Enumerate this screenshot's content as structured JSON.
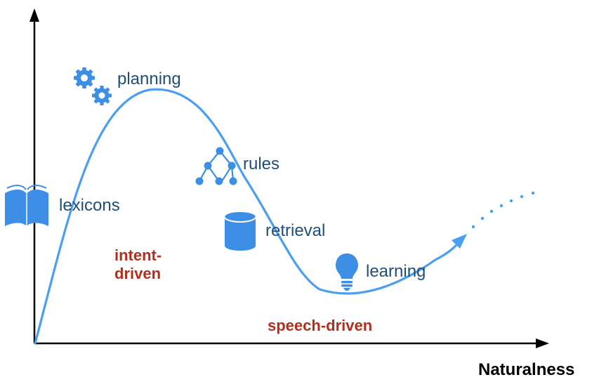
{
  "axis": {
    "x_title": "Naturalness"
  },
  "stages": {
    "planning": {
      "label": "planning",
      "icon": "gears-icon"
    },
    "rules": {
      "label": "rules",
      "icon": "tree-icon"
    },
    "lexicons": {
      "label": "lexicons",
      "icon": "book-icon"
    },
    "retrieval": {
      "label": "retrieval",
      "icon": "database-icon"
    },
    "learning": {
      "label": "learning",
      "icon": "lightbulb-icon"
    }
  },
  "regions": {
    "intent_line1": "intent-",
    "intent_line2": "driven",
    "speech": "speech-driven"
  },
  "colors": {
    "curve": "#4a9ff0",
    "icon": "#3d8fe6",
    "label": "#1f4e79",
    "region": "#b0301e",
    "axis": "#000000"
  }
}
